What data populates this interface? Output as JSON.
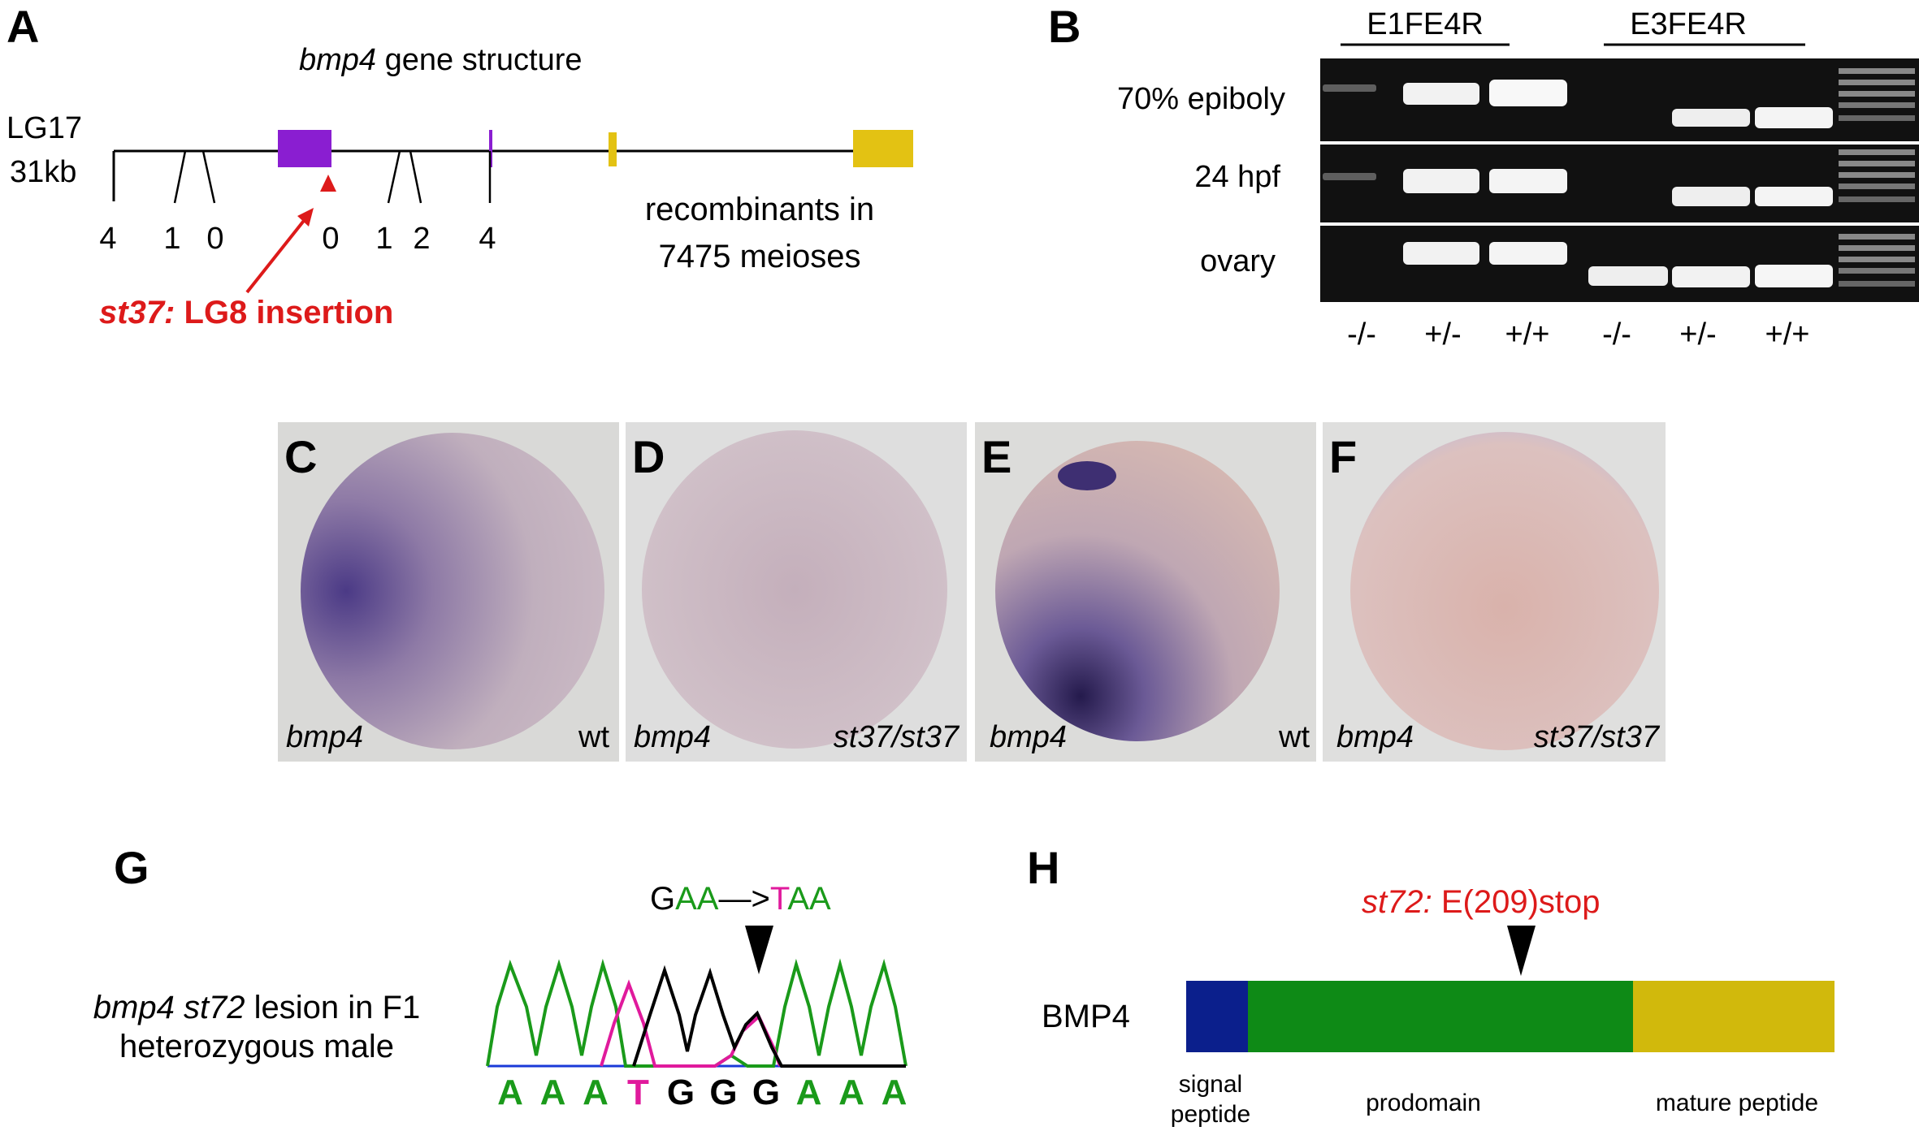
{
  "panel_letters": [
    "A",
    "B",
    "C",
    "D",
    "E",
    "F",
    "G",
    "H"
  ],
  "panelA": {
    "title_gene": "bmp4",
    "title_rest": " gene structure",
    "lg_label_1": "LG17",
    "lg_label_2": "31kb",
    "recomb_counts": [
      "4",
      "1",
      "0",
      "0",
      "1",
      "2",
      "4"
    ],
    "recomb_label_1": "recombinants in",
    "recomb_label_2": "7475 meioses",
    "insertion_allele": "st37:",
    "insertion_text": " LG8 insertion",
    "colors": {
      "exon1": "#8a1ed1",
      "exon2": "#8a1ed1",
      "exon3": "#e3c213",
      "exon4": "#e3c213",
      "arrow": "#dd1a1a"
    }
  },
  "panelB": {
    "primers": [
      "E1FE4R",
      "E3FE4R"
    ],
    "row_labels": [
      "70% epiboly",
      "24 hpf",
      "ovary"
    ],
    "genotypes": [
      "-/-",
      "+/-",
      "+/+",
      "-/-",
      "+/-",
      "+/+"
    ]
  },
  "embryo_panels": [
    {
      "letter": "C",
      "gene": "bmp4",
      "genotype": "wt"
    },
    {
      "letter": "D",
      "gene": "bmp4",
      "genotype": "st37/st37"
    },
    {
      "letter": "E",
      "gene": "bmp4",
      "genotype": "wt"
    },
    {
      "letter": "F",
      "gene": "bmp4",
      "genotype": "st37/st37"
    }
  ],
  "panelG": {
    "mutation_parts": [
      "G",
      "AA",
      "—>",
      "T",
      "AA"
    ],
    "caption_gene": "bmp4",
    "caption_allele": " st72",
    "caption_rest": " lesion in F1",
    "caption_line2": "heterozygous male",
    "bases": [
      "A",
      "A",
      "A",
      "T",
      "G",
      "G",
      "G",
      "A",
      "A",
      "A"
    ],
    "colors": {
      "A": "#1a9a1a",
      "T": "#e01a9c",
      "G": "#000000",
      "C": "#1a3ad8"
    }
  },
  "panelH": {
    "protein": "BMP4",
    "mutation_allele": "st72:",
    "mutation_rest": " E(209)stop",
    "domain_labels": [
      "signal",
      "peptide",
      "prodomain",
      "mature peptide"
    ],
    "colors": {
      "signal": "#0b1f8c",
      "prodomain": "#0e8a16",
      "mature": "#d1b90c",
      "mutation": "#dd1a1a"
    }
  }
}
